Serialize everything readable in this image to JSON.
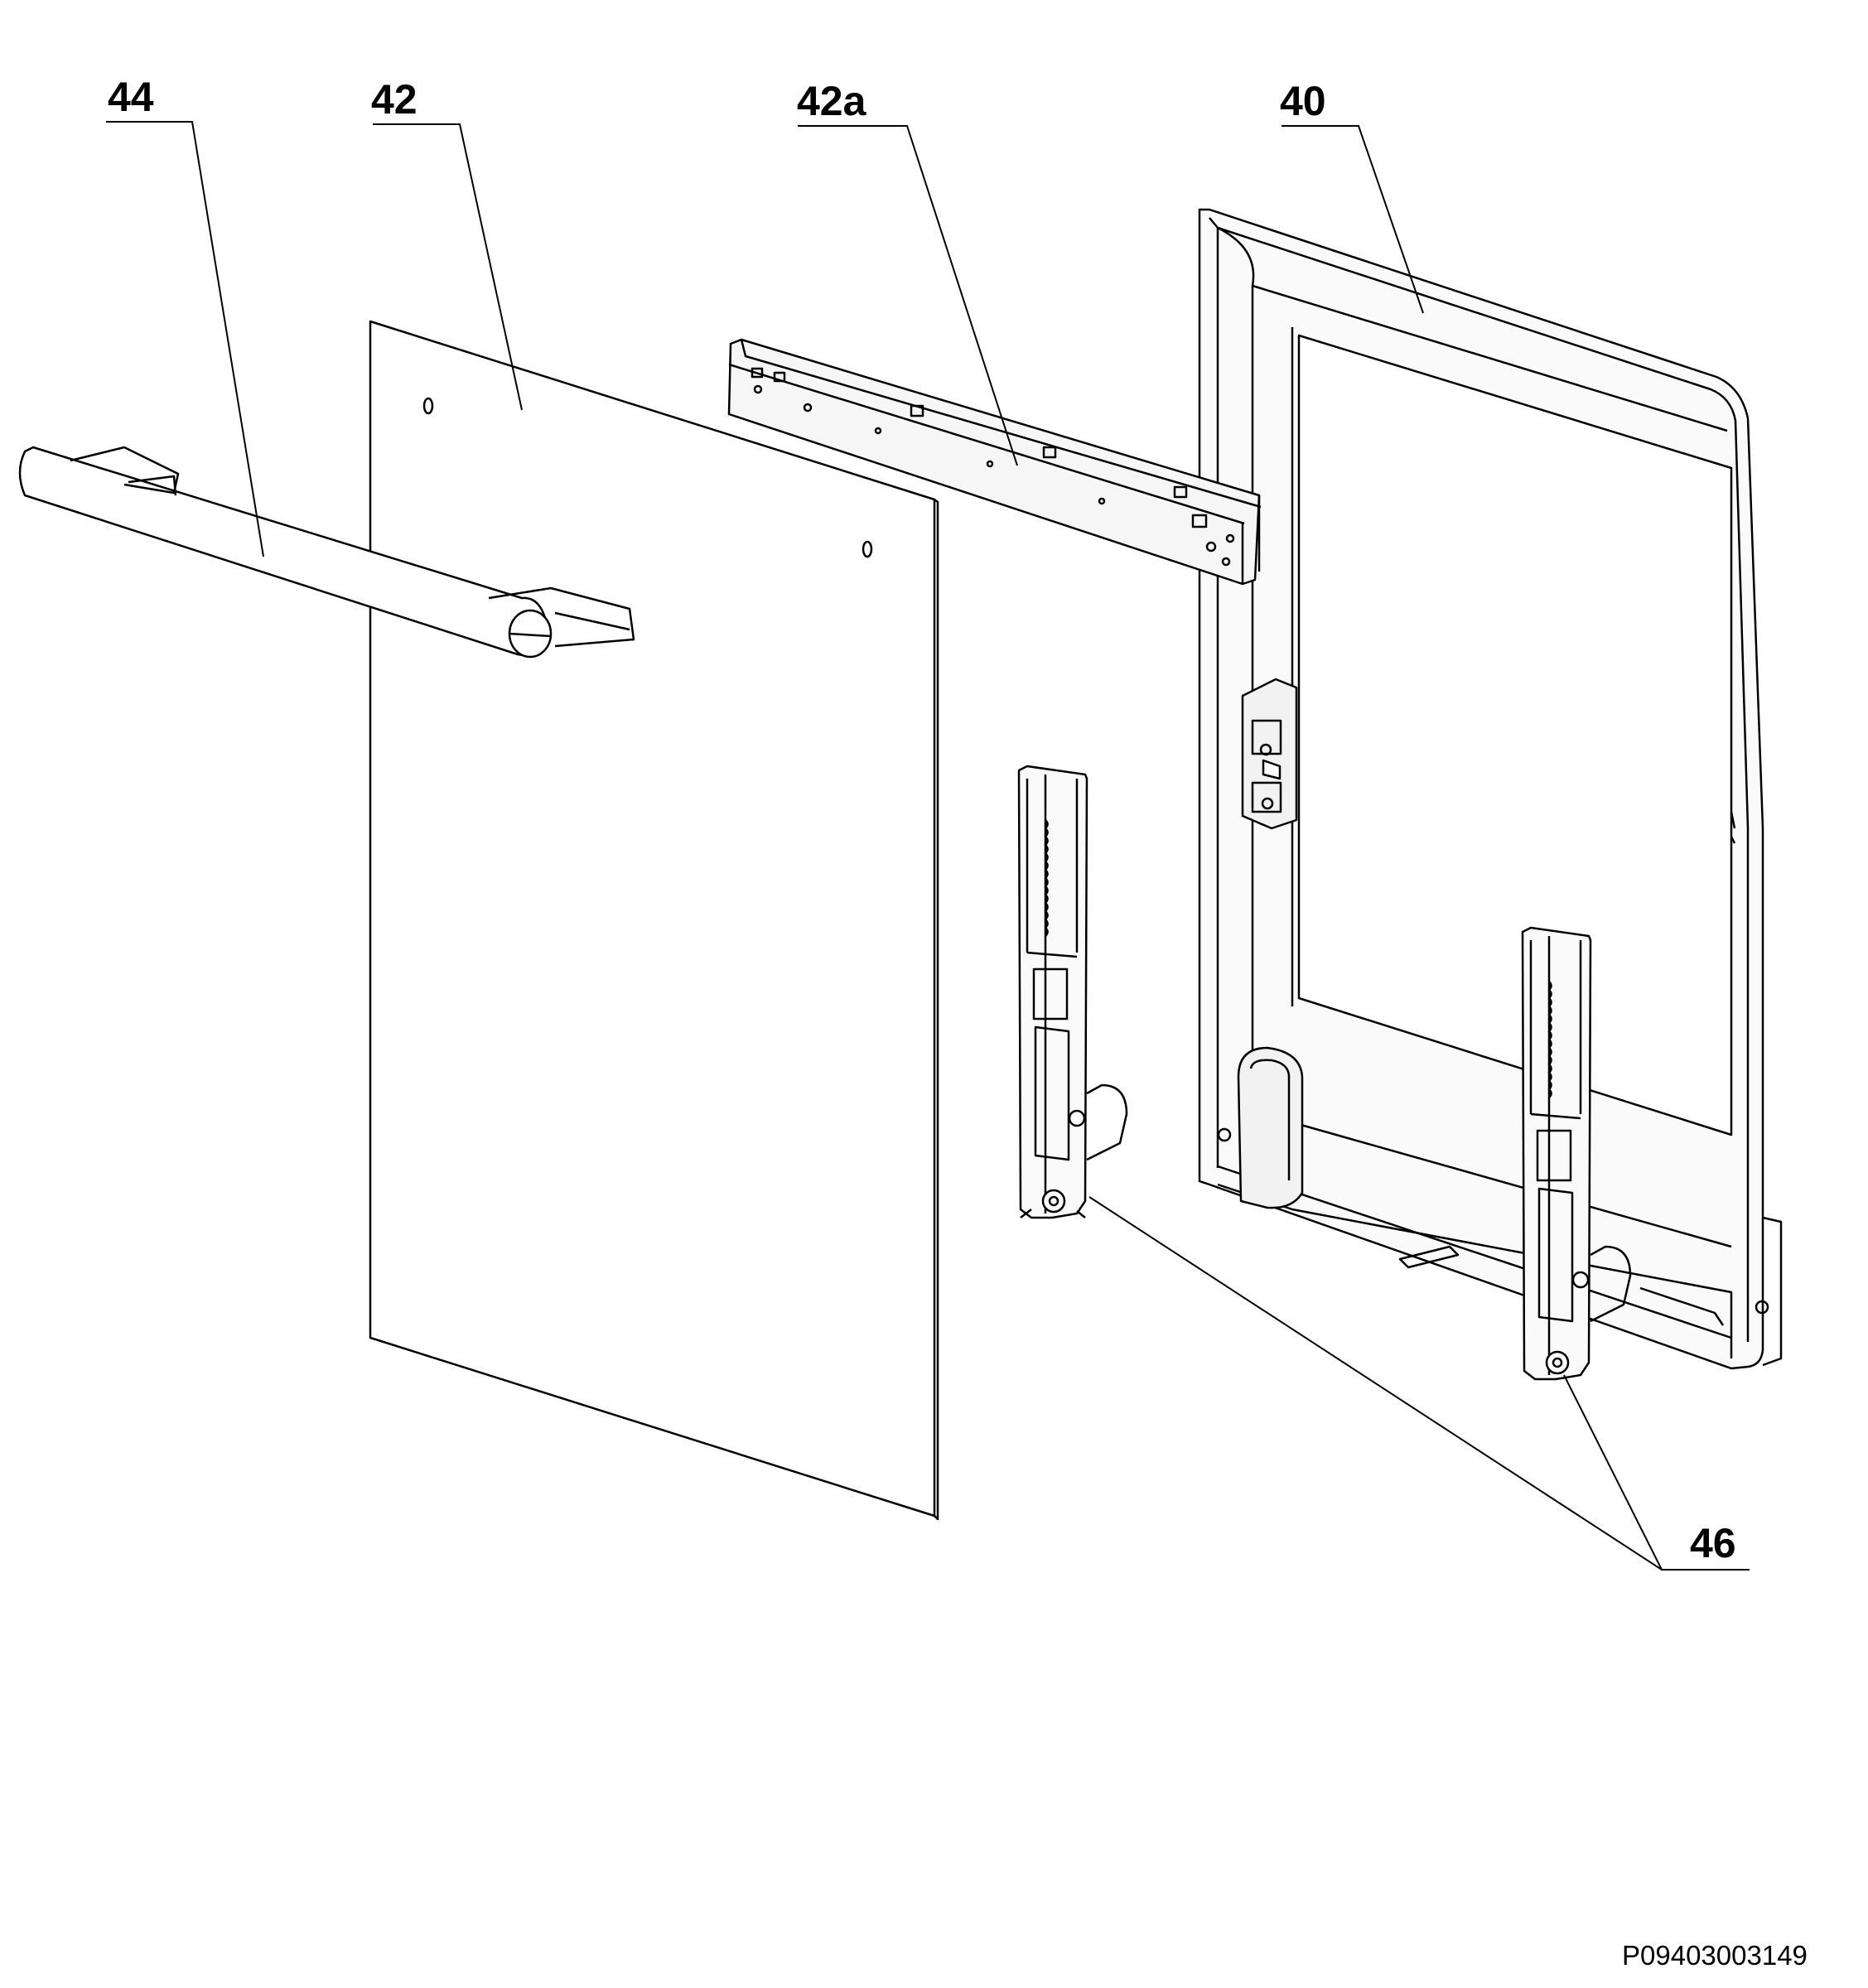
{
  "diagram": {
    "callouts": {
      "handle": "44",
      "outer_glass": "42",
      "glass_bracket": "42a",
      "door_frame": "40",
      "hinges": "46"
    },
    "document_code": "P09403003149"
  },
  "colors": {
    "line": "#000000",
    "background": "#ffffff",
    "light_fill": "#f2f2f2"
  }
}
